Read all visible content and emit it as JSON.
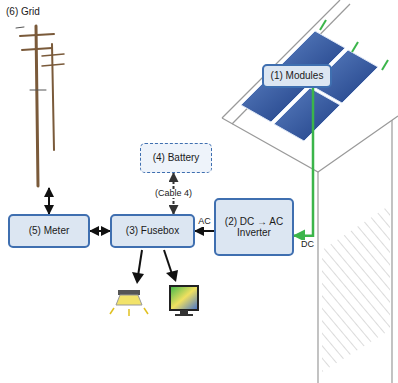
{
  "diagram": {
    "nodes": [
      {
        "text": [
          "(6) Grid"
        ]
      },
      {
        "text": [
          "(1) Modules"
        ]
      },
      {
        "text": [
          "(4) Battery"
        ]
      },
      {
        "text": [
          "(5) Meter"
        ]
      },
      {
        "text": [
          "(3) Fusebox"
        ]
      },
      {
        "text": [
          "(2) DC → AC Inverter"
        ]
      }
    ],
    "edges": [
      {
        "from": 0,
        "to": 3,
        "arrow": "both"
      },
      {
        "from": 3,
        "to": 4,
        "arrow": "both"
      },
      {
        "from": 4,
        "to": 2,
        "label": "(Cable 4)",
        "arrow": "both"
      },
      {
        "from": 5,
        "to": 4,
        "label": "AC",
        "arrow": "to"
      },
      {
        "from": 1,
        "to": 5,
        "label": "DC",
        "arrow": "to"
      }
    ]
  }
}
